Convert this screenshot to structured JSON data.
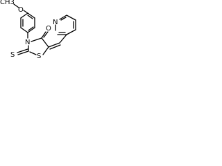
{
  "molecule": {
    "atoms": {
      "methoxy_o": "O",
      "methyl": "CH3",
      "ring_n": "N",
      "carbonyl_o": "O",
      "ring_s": "S",
      "thioxo_s": "S",
      "pyridine_n": "N"
    }
  }
}
